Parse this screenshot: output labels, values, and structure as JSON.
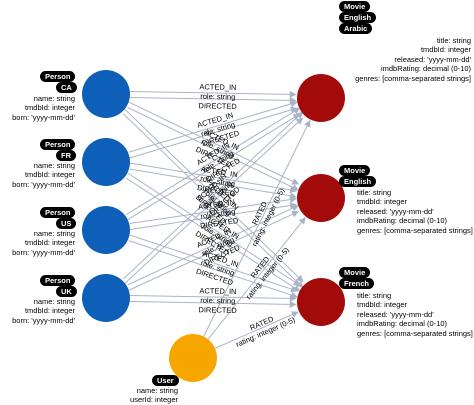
{
  "colors": {
    "person": "#0d5fb8",
    "movie": "#a30b0b",
    "user": "#f7a600",
    "edge": "#aab4c8",
    "label_text": "#000000"
  },
  "persons": [
    {
      "labels": [
        "Person",
        "CA"
      ],
      "props": [
        "name: string",
        "tmdbId: integer",
        "born: 'yyyy-mm-dd'"
      ]
    },
    {
      "labels": [
        "Person",
        "FR"
      ],
      "props": [
        "name: string",
        "tmdbId: integer",
        "born: 'yyyy-mm-dd'"
      ]
    },
    {
      "labels": [
        "Person",
        "US"
      ],
      "props": [
        "name: string",
        "tmdbId: integer",
        "born: 'yyyy-mm-dd'"
      ]
    },
    {
      "labels": [
        "Person",
        "UK"
      ],
      "props": [
        "name: string",
        "tmdbId: integer",
        "born: 'yyyy-mm-dd'"
      ]
    }
  ],
  "movies": [
    {
      "labels": [
        "Movie",
        "English",
        "Arabic"
      ],
      "props": [
        "title: string",
        "tmdbId: integer",
        "released: 'yyyy-mm-dd'",
        "imdbRating: decimal (0-10)",
        "genres: [comma-separated strings]"
      ]
    },
    {
      "labels": [
        "Movie",
        "English"
      ],
      "props": [
        "title: string",
        "tmdbId: integer",
        "released: 'yyyy-mm-dd'",
        "imdbRating: decimal (0-10)",
        "genres: [comma-separated strings]"
      ]
    },
    {
      "labels": [
        "Movie",
        "French"
      ],
      "props": [
        "title: string",
        "tmdbId: integer",
        "released: 'yyyy-mm-dd'",
        "imdbRating: decimal (0-10)",
        "genres: [comma-separated strings]"
      ]
    }
  ],
  "user": {
    "labels": [
      "User"
    ],
    "props": [
      "name: string",
      "userId: integer"
    ]
  },
  "edge_labels": {
    "acted_in": "ACTED_IN",
    "role": "role: string",
    "directed": "DIRECTED",
    "rated": "RATED",
    "rating": "rating: integer (0-5)"
  }
}
